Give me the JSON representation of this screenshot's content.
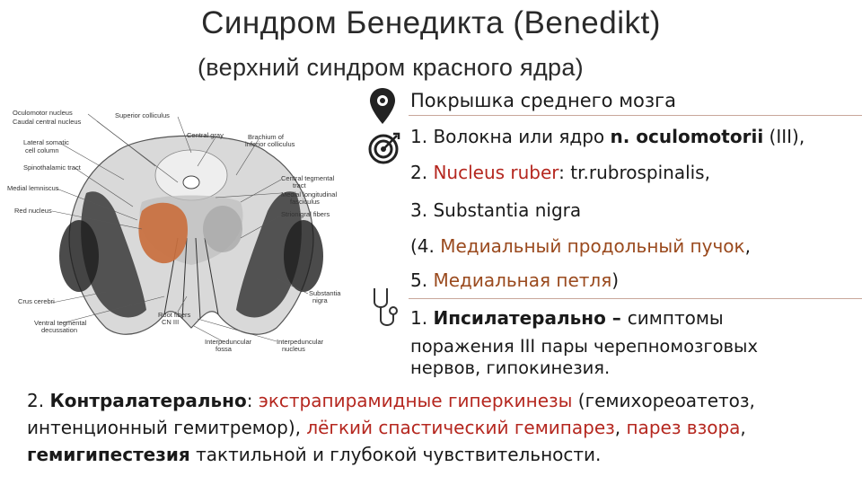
{
  "title": "Синдром Бенедикта (Benedikt)",
  "subtitle": "(верхний синдром красного ядра)",
  "section_head": "Покрышка среднего мозга",
  "items": {
    "i1_num": "1. ",
    "i1_text": "Волокна или ядро ",
    "i1_bold": "n. oculomotorii",
    "i1_tail": "  (III),",
    "i2_num": "2. ",
    "i2_red": "Nucleus ruber",
    "i2_tail": ": tr.rubrospinalis,",
    "i3_num": "3. ",
    "i3_text": "Substantia nigra",
    "i4_num": "(4. ",
    "i4_text": "Медиальный продольный пучок",
    "i4_tail": ",",
    "i5_num": "5. ",
    "i5_text": "Медиальная петля",
    "i5_tail": ")"
  },
  "symptoms": {
    "s1_num": "1. ",
    "s1_bold": "Ипсилатерально – ",
    "s1_text": "симптомы",
    "s1_line2": "поражения  III пары черепномозговых",
    "s1_line3": "нервов, гипокинезия.",
    "s2_num": "2.  ",
    "s2_bold": "Контралатерально",
    "s2_colon": ":  ",
    "s2_red1": "экстрапирамидные  ",
    "s2_red2": "гиперкинезы",
    "s2_text1": "  (гемихореоатетоз,",
    "s2_text2": "интенционный гемитремор), ",
    "s2_red3": "лёгкий ",
    "s2_red4": "спастический гемипарез",
    "s2_comma": ", ",
    "s2_red5": "парез взора",
    "s2_comma2": ",",
    "s2_bold2": "гемигипестезия",
    "s2_text3": " тактильной и глубокой чувствительности."
  },
  "figure_labels": {
    "oculomotor_nucleus": "Oculomotor nucleus",
    "caudal_central": "Caudal central nucleus",
    "lateral_somatic": "Lateral somatic",
    "cell_column": "cell column",
    "spinothalamic": "Spinothalamic tract",
    "medial_lemniscus": "Medial lemniscus",
    "red_nucleus": "Red nucleus",
    "superior_colliculus": "Superior colliculus",
    "central_gray": "Central gray",
    "brachium": "Brachium of",
    "inferior_colliculus": "inferior colliculus",
    "central_tegmental": "Central tegmental",
    "tract": "tract",
    "mlf1": "Medial longitudinal",
    "mlf2": "fasciculus",
    "strionigral": "Strionigral fibers",
    "crus_cerebri": "Crus cerebri",
    "ventral_tegmental": "Ventral tegmental",
    "decussation": "decussation",
    "root_fibers": "Root fibers",
    "cn3": "CN III",
    "substantia_nigra1": "Substantia",
    "substantia_nigra2": "nigra",
    "interpeduncular_fossa1": "Interpeduncular",
    "interpeduncular_fossa2": "fossa",
    "interpeduncular_nucleus1": "Interpeduncular",
    "interpeduncular_nucleus2": "nucleus"
  },
  "colors": {
    "red": "#b5271f",
    "brown": "#9a4a1e",
    "lesion": "#c96f3e",
    "rule": "#c9a79a"
  },
  "icons": [
    "map-pin-icon",
    "target-icon",
    "stethoscope-icon"
  ]
}
